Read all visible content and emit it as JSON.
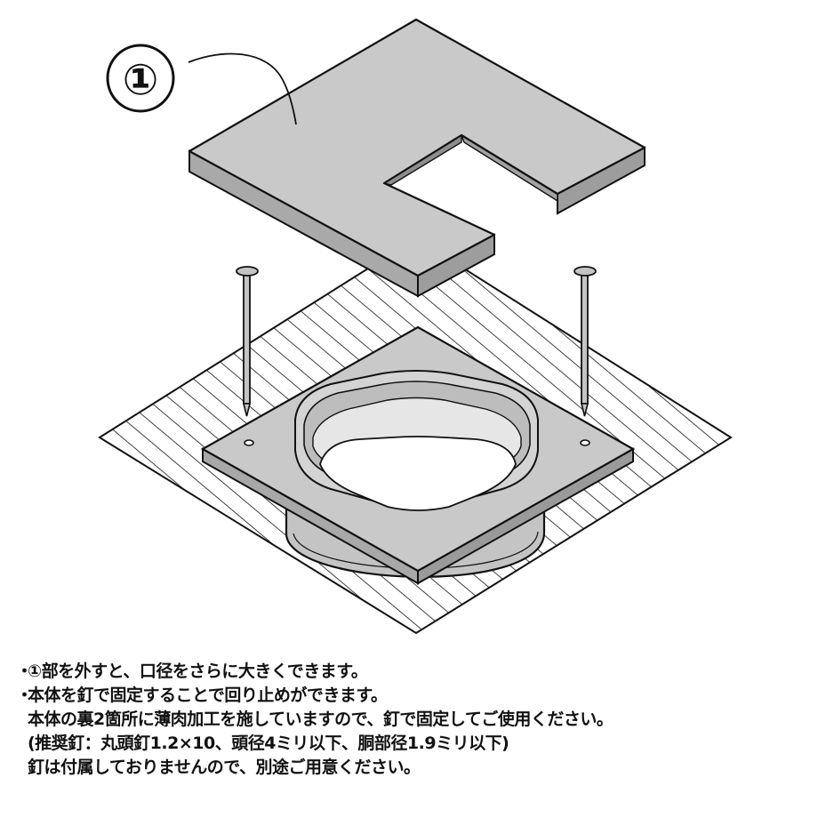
{
  "callout": {
    "label": "①"
  },
  "notes": {
    "bullet": "・",
    "line1": "①部を外すと、口径をさらに大きくできます。",
    "line2": "本体を釘で固定することで回り止めができます。",
    "line3": "本体の裏2箇所に薄肉加工を施していますので、釘で固定してご使用ください。",
    "line4": "(推奨釘：丸頭釘1.2×10、頭径4ミリ以下、胴部径1.9ミリ以下)",
    "line5": "釘は付属しておりませんので、別途ご用意ください。"
  },
  "colors": {
    "line": "#111111",
    "part_fill": "#c9c9c9",
    "part_side": "#a9a9a9",
    "background": "#ffffff"
  }
}
